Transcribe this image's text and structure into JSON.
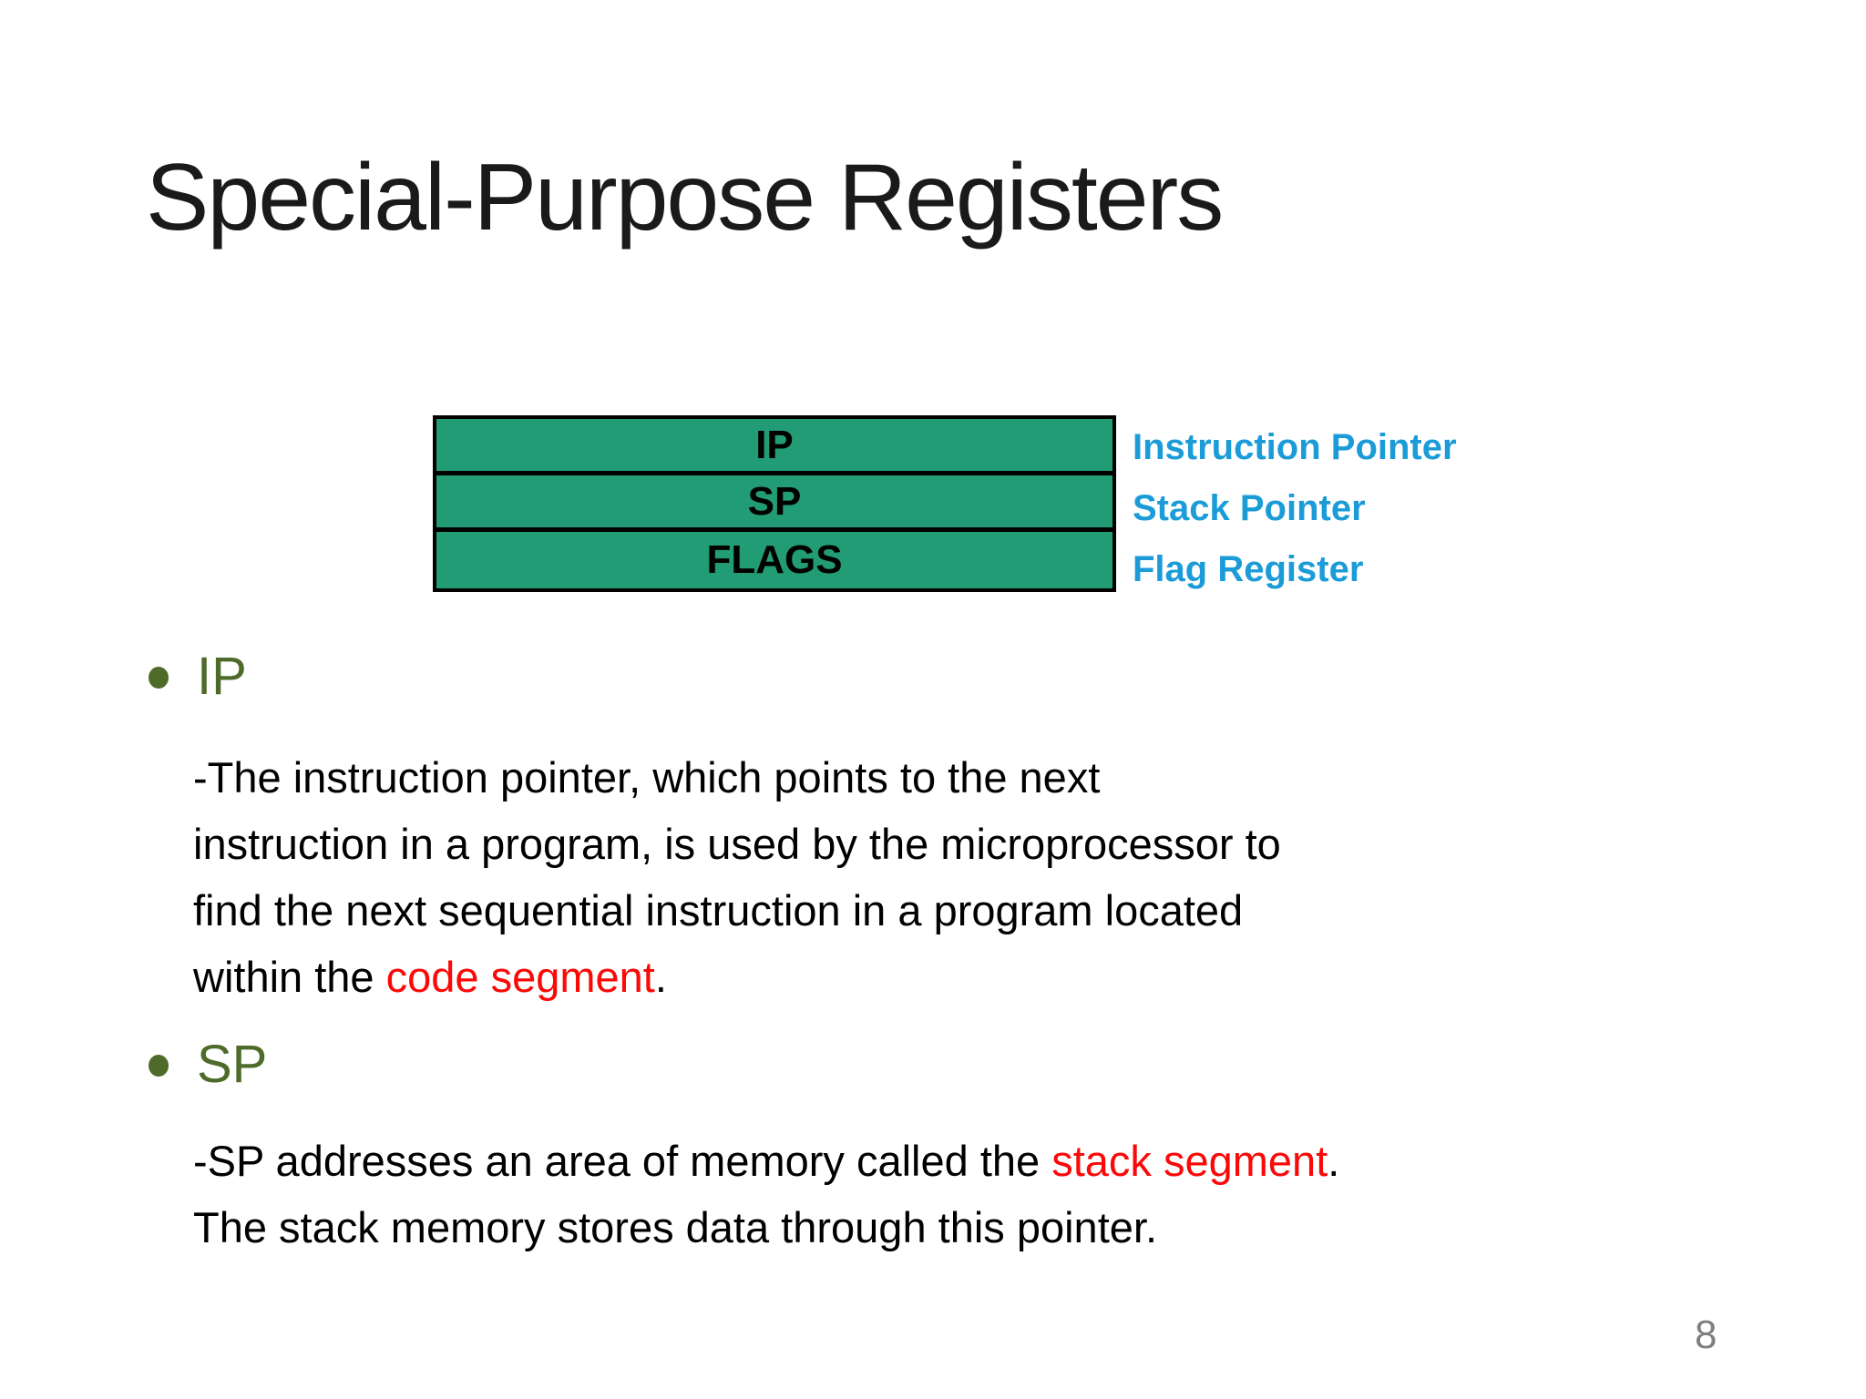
{
  "slide": {
    "title": "Special-Purpose Registers",
    "page_number": "8"
  },
  "diagram": {
    "registers": [
      {
        "name": "IP",
        "description": "Instruction Pointer"
      },
      {
        "name": "SP",
        "description": "Stack Pointer"
      },
      {
        "name": "FLAGS",
        "description": "Flag Register"
      }
    ]
  },
  "bullets": [
    {
      "heading": "IP",
      "lines": [
        [
          {
            "t": "-The instruction pointer, which points to the next"
          }
        ],
        [
          {
            "t": "instruction in a program, is used by the microprocessor to"
          }
        ],
        [
          {
            "t": "find the next sequential instruction in a program located"
          }
        ],
        [
          {
            "t": "within the "
          },
          {
            "t": "code segment",
            "red": true
          },
          {
            "t": "."
          }
        ]
      ]
    },
    {
      "heading": "SP",
      "lines": [
        [
          {
            "t": "-SP addresses an area of memory called the "
          },
          {
            "t": "stack segment",
            "red": true
          },
          {
            "t": "."
          }
        ],
        [
          {
            "t": "The stack memory stores data through this pointer."
          }
        ]
      ]
    }
  ],
  "colors": {
    "background": "#ffffff",
    "title_text": "#1a1a1a",
    "body_text": "#000000",
    "heading_green": "#4e6b2a",
    "accent_red": "#fb0808",
    "label_blue": "#1b9cd8",
    "box_green": "#219c75",
    "box_border": "#000000",
    "page_number_gray": "#7f7f7f"
  }
}
